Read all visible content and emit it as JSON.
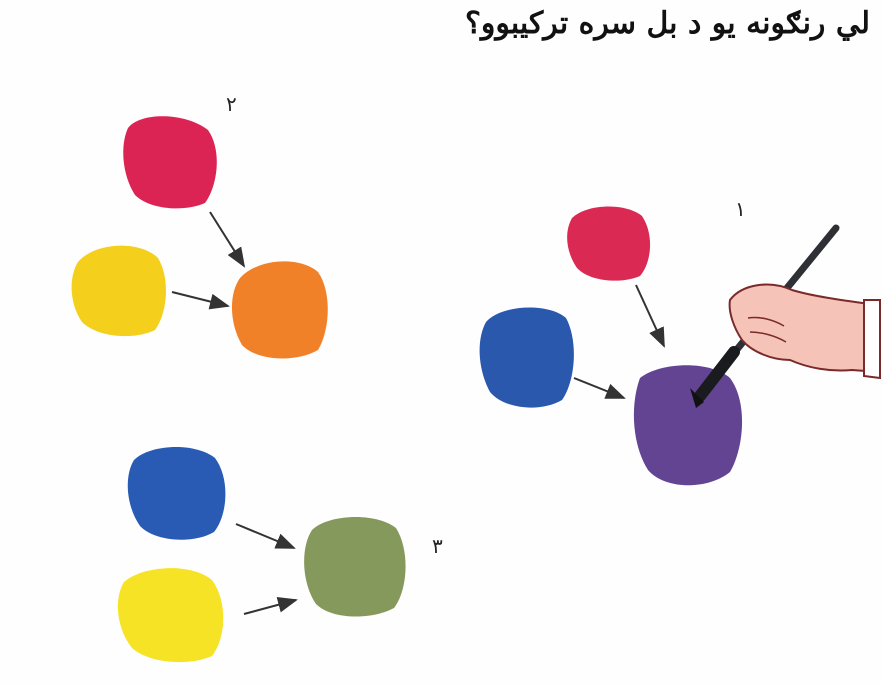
{
  "title": "لي رنګونه يو د بل سره تركيبوو؟",
  "groups": [
    {
      "number": "۱",
      "inputs": [
        "red",
        "blue"
      ],
      "result": "purple",
      "colors": {
        "red": "#d81e4a",
        "blue": "#1e4fa8",
        "purple": "#5a3a8c"
      },
      "hand_with_brush": true
    },
    {
      "number": "۲",
      "inputs": [
        "red",
        "yellow"
      ],
      "result": "orange",
      "colors": {
        "red": "#d9184b",
        "yellow": "#f3cc10",
        "orange": "#f07a1e"
      }
    },
    {
      "number": "۳",
      "inputs": [
        "blue",
        "yellow"
      ],
      "result": "olive-green",
      "colors": {
        "blue": "#1f52b0",
        "yellow": "#f7e21a",
        "olive-green": "#7f9354"
      }
    }
  ]
}
